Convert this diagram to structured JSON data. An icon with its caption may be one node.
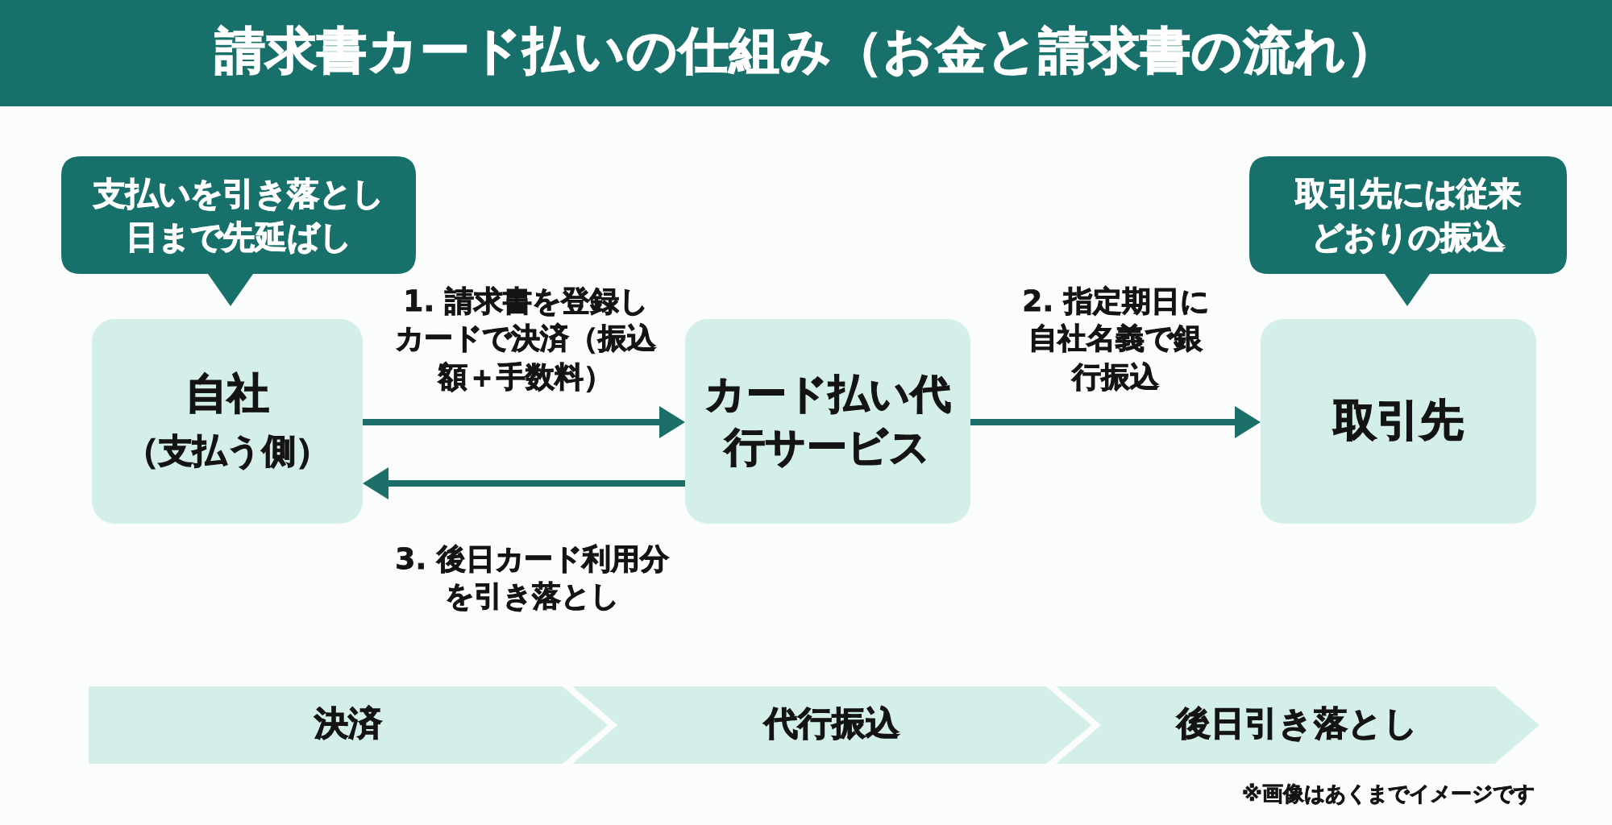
{
  "diagram": {
    "title": "請求書カード払いの仕組み（お金と請求書の流れ）",
    "nodes": [
      {
        "text": [
          "支払いを引き落とし日まで先延ばし"
        ]
      },
      {
        "text": [
          "自社",
          "（支払う側）"
        ]
      },
      {
        "text": [
          "カード払い代行サービス"
        ]
      },
      {
        "text": [
          "取引先には従来どおりの振込"
        ]
      },
      {
        "text": [
          "取引先"
        ]
      },
      {
        "text": [
          "決済"
        ]
      },
      {
        "text": [
          "代行振込"
        ]
      },
      {
        "text": [
          "後日引き落とし"
        ]
      }
    ],
    "edges": [
      {
        "from": 1,
        "to": 2,
        "arrow": "to",
        "label": "1. 請求書を登録しカードで決済（振込額＋手数料）"
      },
      {
        "from": 2,
        "to": 4,
        "arrow": "to",
        "label": "2. 指定期日に自社名義で銀行振込"
      },
      {
        "from": 2,
        "to": 1,
        "arrow": "to",
        "label": "3. 後日カード利用分を引き落とし"
      }
    ],
    "labels": [
      "※画像はあくまでイメージです"
    ]
  }
}
